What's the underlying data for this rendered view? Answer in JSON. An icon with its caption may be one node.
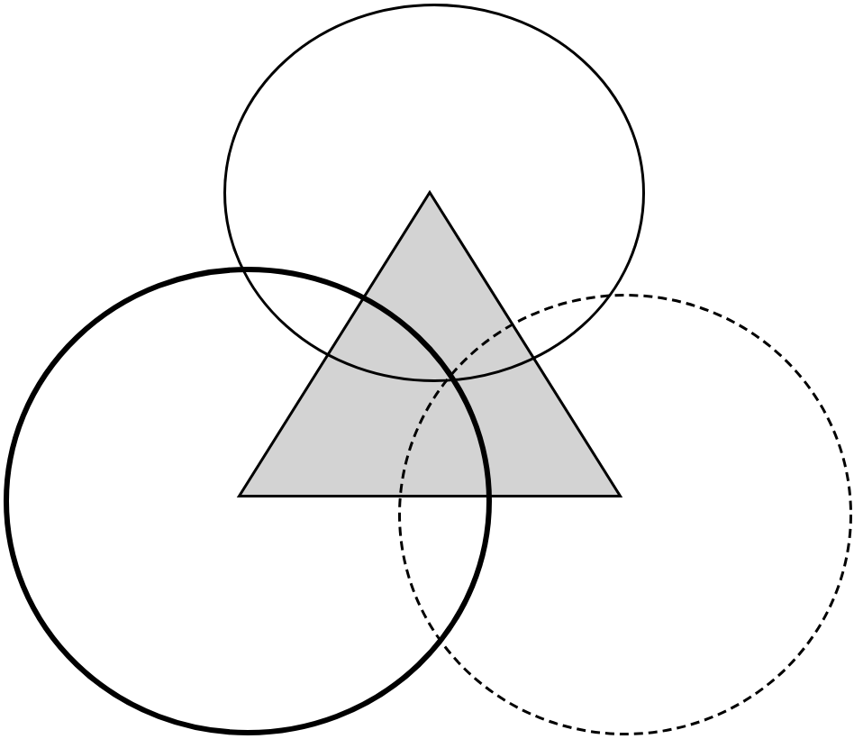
{
  "diagram": {
    "nodes": [
      {
        "text": [],
        "shape": "circle"
      },
      {
        "text": [],
        "shape": "triangle"
      },
      {
        "text": [],
        "shape": "circle"
      },
      {
        "text": [],
        "shape": "circle"
      }
    ]
  }
}
